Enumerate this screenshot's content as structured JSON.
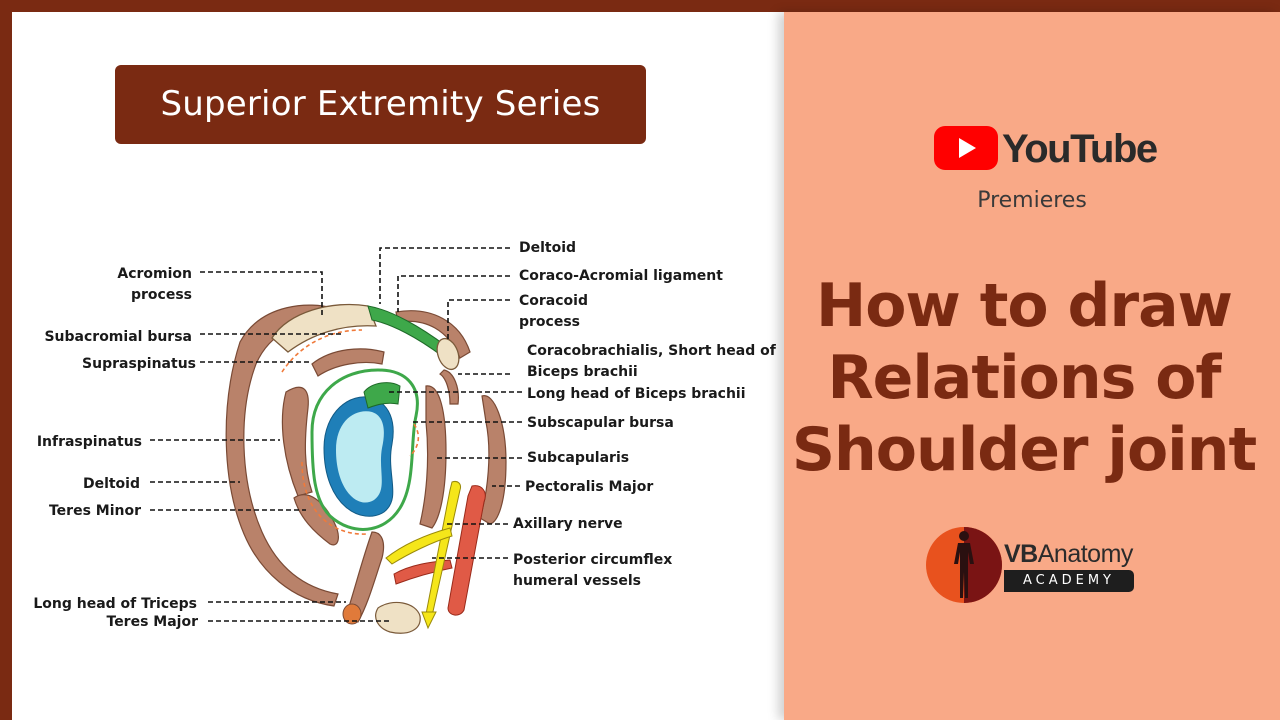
{
  "series_title": "Superior Extremity Series",
  "labels": {
    "deltoid_top": "Deltoid",
    "coraco_acromial": "Coraco-Acromial ligament",
    "coracoid_1": "Coracoid",
    "coracoid_2": "process",
    "coracobrachialis_1": "Coracobrachialis, Short head of",
    "coracobrachialis_2": "Biceps brachii",
    "long_head_biceps": "Long head of Biceps brachii",
    "subscapular_bursa": "Subscapular bursa",
    "subscapularis": "Subcapularis",
    "pectoralis_major": "Pectoralis Major",
    "axillary_nerve": "Axillary nerve",
    "circumflex_1": "Posterior circumflex",
    "circumflex_2": "humeral vessels",
    "acromion_1": "Acromion",
    "acromion_2": "process",
    "subacromial_bursa": "Subacromial bursa",
    "supraspinatus": "Supraspinatus",
    "infraspinatus": "Infraspinatus",
    "deltoid_left": "Deltoid",
    "teres_minor": "Teres Minor",
    "long_head_triceps": "Long head of Triceps",
    "teres_major": "Teres Major"
  },
  "youtube": {
    "brand": "YouTube",
    "subtitle": "Premieres"
  },
  "headline": {
    "line1": "How to draw",
    "line2": "Relations of",
    "line3": "Shoulder joint"
  },
  "academy": {
    "name_bold": "VB",
    "name_rest": "Anatomy",
    "tagline": "ACADEMY"
  },
  "colors": {
    "frame": "#7a2a12",
    "right_panel": "#f9a987",
    "headline": "#7a2a12",
    "youtube_red": "#ff0000"
  },
  "icons": [
    "youtube-play-icon",
    "human-silhouette-icon"
  ]
}
